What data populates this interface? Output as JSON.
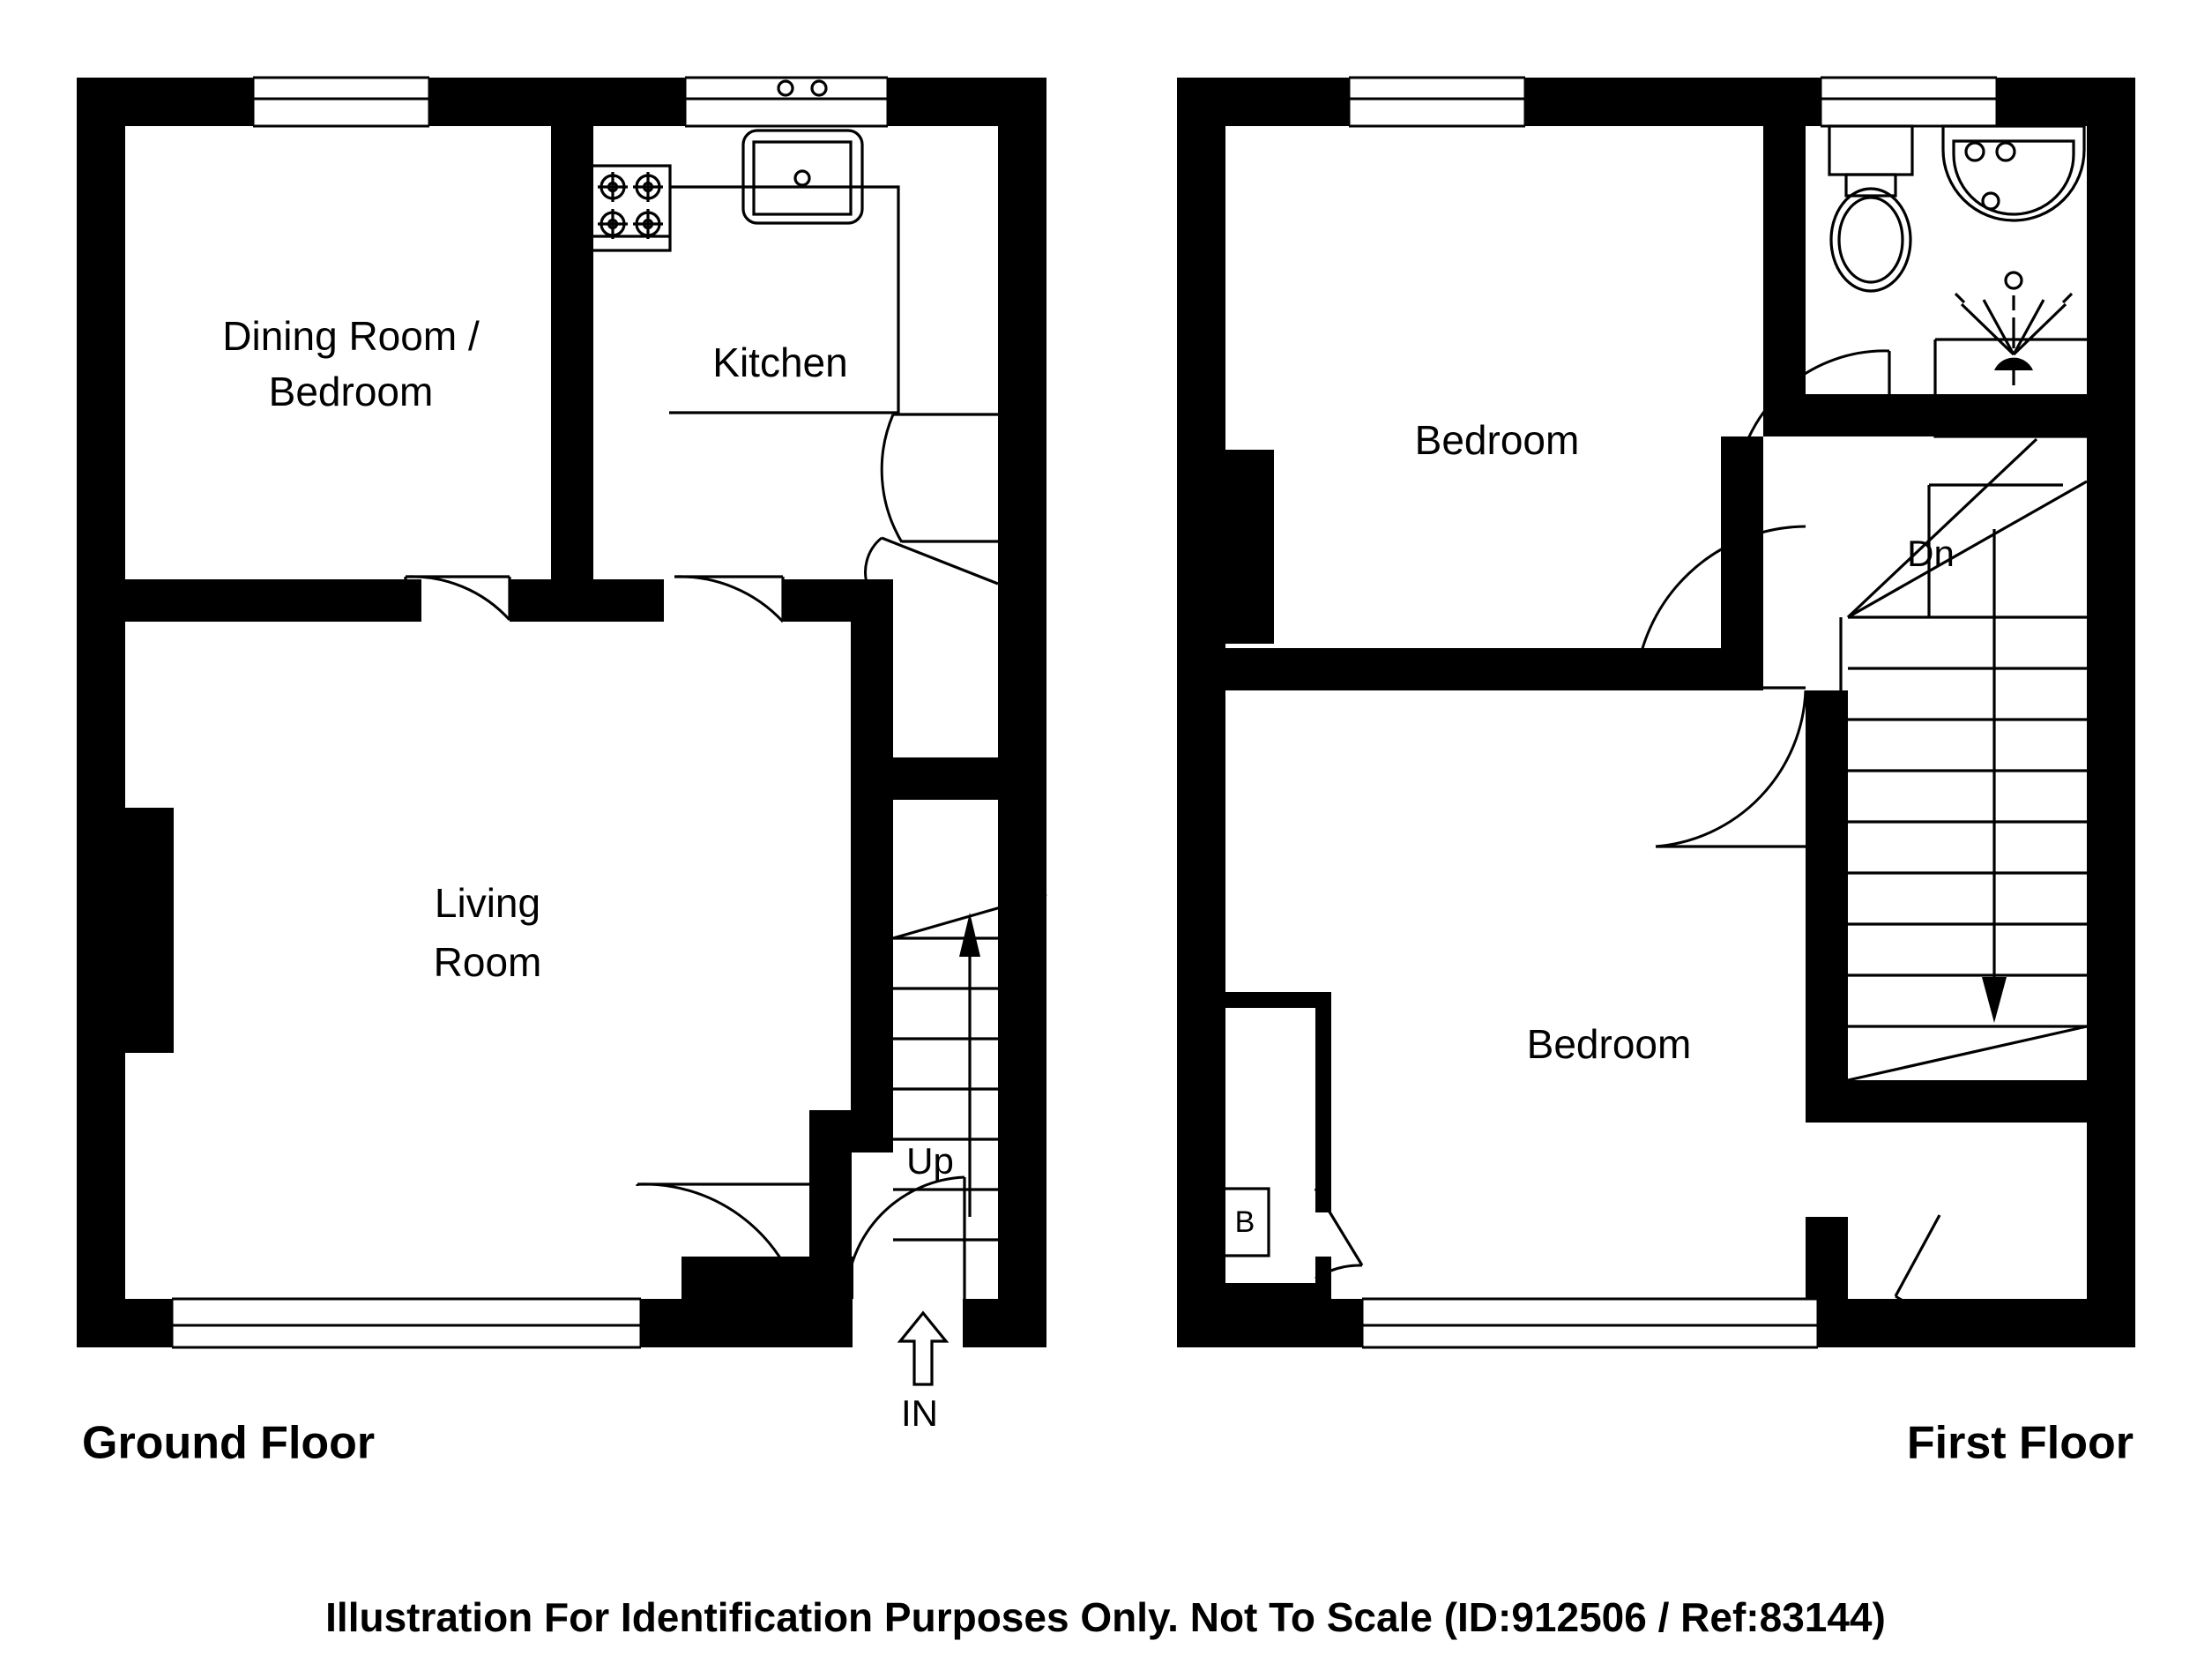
{
  "document": {
    "type": "floor-plan-illustration",
    "footer_note": "Illustration For Identification Purposes Only. Not To Scale (ID:912506 / Ref:83144)",
    "ink_color": "#000000",
    "background_color": "#ffffff"
  },
  "floors": [
    {
      "id": "ground",
      "title": "Ground Floor",
      "rooms": [
        {
          "key": "dining",
          "label_line1": "Dining Room /",
          "label_line2": "Bedroom"
        },
        {
          "key": "kitchen",
          "label_line1": "Kitchen",
          "label_line2": ""
        },
        {
          "key": "living",
          "label_line1": "Living",
          "label_line2": "Room"
        }
      ],
      "annotations": [
        {
          "key": "stairs-up",
          "label": "Up"
        },
        {
          "key": "entrance",
          "label": "IN"
        }
      ],
      "fixtures": [
        {
          "key": "kitchen-sink",
          "name": "sink-icon"
        },
        {
          "key": "kitchen-hob",
          "name": "hob-icon"
        },
        {
          "key": "worktop",
          "name": "worktop-outline"
        },
        {
          "key": "staircase",
          "name": "staircase-up-icon"
        }
      ],
      "windows": 3,
      "doors": 5
    },
    {
      "id": "first",
      "title": "First Floor",
      "rooms": [
        {
          "key": "bedroom1",
          "label_line1": "Bedroom",
          "label_line2": ""
        },
        {
          "key": "bedroom2",
          "label_line1": "Bedroom",
          "label_line2": ""
        }
      ],
      "annotations": [
        {
          "key": "stairs-down",
          "label": "Dn"
        },
        {
          "key": "boiler-cupboard",
          "label": "B"
        }
      ],
      "fixtures": [
        {
          "key": "wc",
          "name": "toilet-icon"
        },
        {
          "key": "basin",
          "name": "washbasin-icon"
        },
        {
          "key": "shower",
          "name": "shower-icon"
        },
        {
          "key": "staircase",
          "name": "staircase-down-icon"
        }
      ],
      "windows": 4,
      "doors": 4
    }
  ]
}
